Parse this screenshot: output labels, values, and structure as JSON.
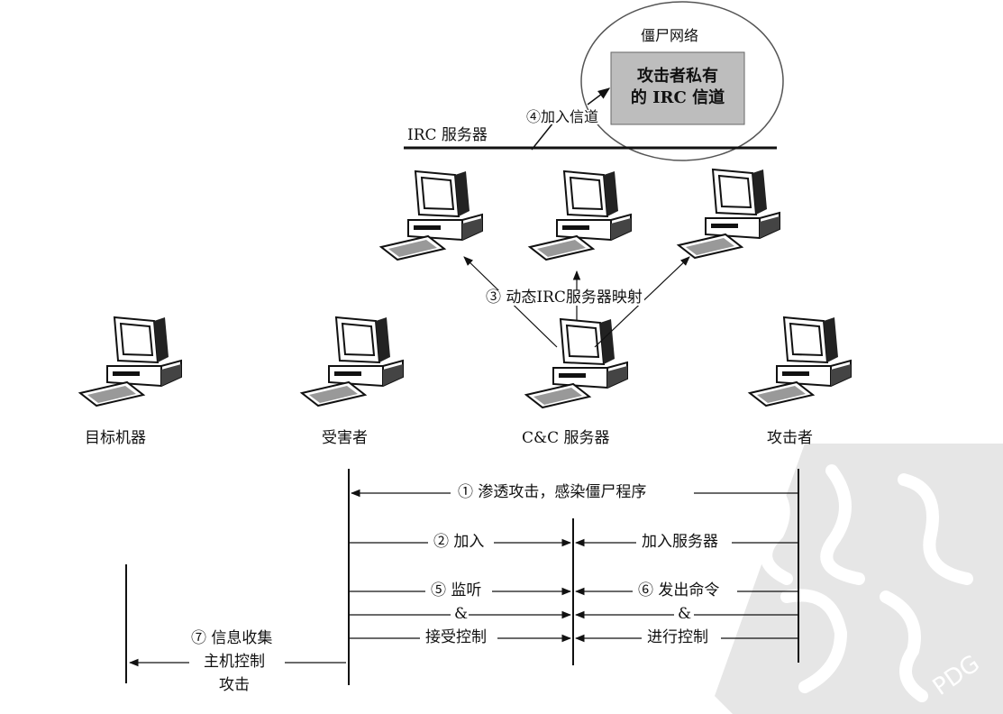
{
  "botnet": {
    "label": "僵尸网络",
    "channel_line1": "攻击者私有",
    "channel_line2": "的 IRC 信道"
  },
  "irc_server_label": "IRC 服务器",
  "step4_label": "④加入信道",
  "step3_label": "③ 动态IRC服务器映射",
  "nodes": {
    "target": "目标机器",
    "victim": "受害者",
    "cc": "C&C 服务器",
    "attacker": "攻击者"
  },
  "sequence": {
    "step1": "① 渗透攻击，感染僵尸程序",
    "step2": "② 加入",
    "join_server": "加入服务器",
    "step5": "⑤ 监听",
    "step6": "⑥ 发出命令",
    "amp_left": "&",
    "amp_right": "&",
    "accept_control": "接受控制",
    "perform_control": "进行控制",
    "step7_line1": "⑦ 信息收集",
    "step7_line2": "主机控制",
    "step7_line3": "攻击"
  },
  "watermark": {
    "text": "PDG",
    "color": "#dcdcdc"
  },
  "colors": {
    "line": "#111111",
    "channel_box": "#bdbdbd"
  }
}
